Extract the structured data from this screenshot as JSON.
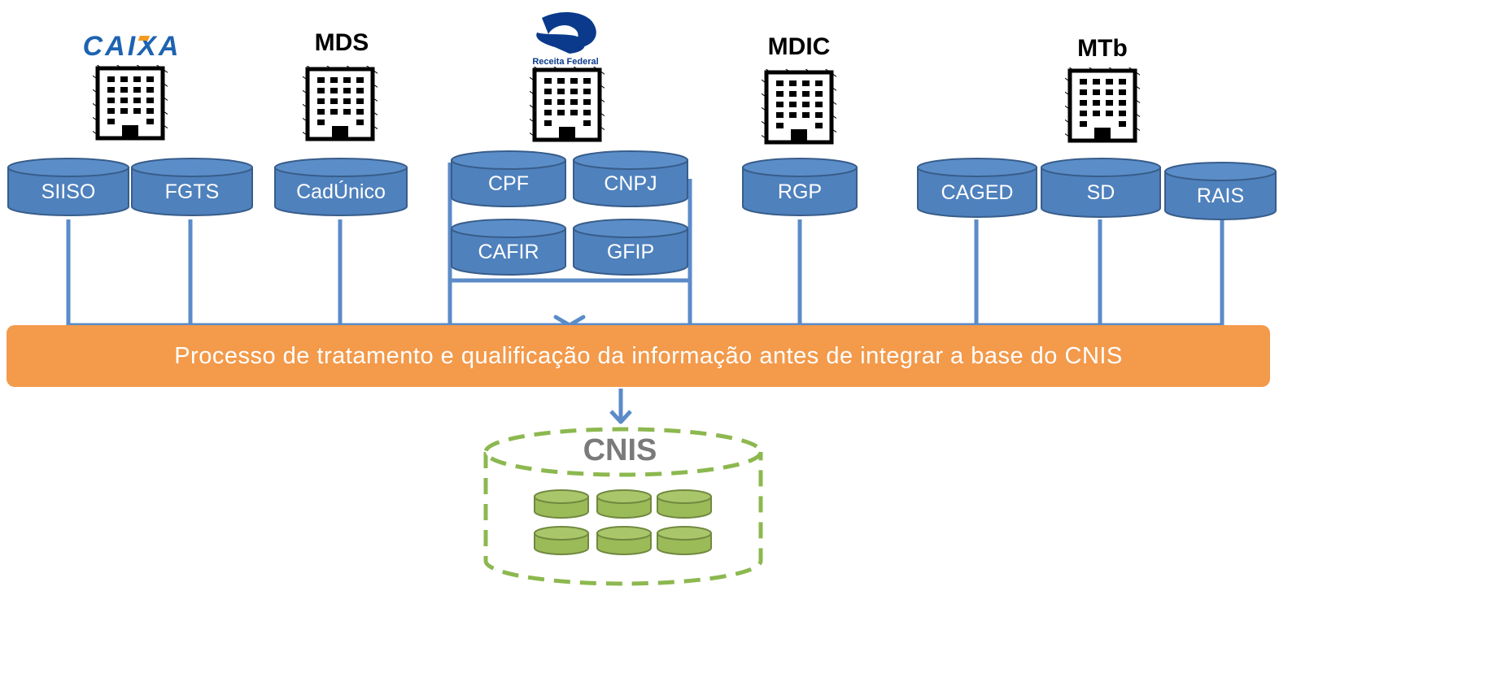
{
  "organizations": [
    {
      "id": "caixa",
      "label": "CAIXA",
      "color": "#1d63b1"
    },
    {
      "id": "mds",
      "label": "MDS",
      "color": "#000000"
    },
    {
      "id": "receita",
      "label": "Receita Federal",
      "color": "#0b3a8c"
    },
    {
      "id": "mdic",
      "label": "MDIC",
      "color": "#000000"
    },
    {
      "id": "mtb",
      "label": "MTb",
      "color": "#000000"
    }
  ],
  "databases": [
    {
      "id": "siiso",
      "label": "SIISO",
      "org": "caixa"
    },
    {
      "id": "fgts",
      "label": "FGTS",
      "org": "caixa"
    },
    {
      "id": "cadunico",
      "label": "CadÚnico",
      "org": "mds"
    },
    {
      "id": "cpf",
      "label": "CPF",
      "org": "receita"
    },
    {
      "id": "cnpj",
      "label": "CNPJ",
      "org": "receita"
    },
    {
      "id": "cafir",
      "label": "CAFIR",
      "org": "receita"
    },
    {
      "id": "gfip",
      "label": "GFIP",
      "org": "receita"
    },
    {
      "id": "rgp",
      "label": "RGP",
      "org": "mdic"
    },
    {
      "id": "caged",
      "label": "CAGED",
      "org": "mtb"
    },
    {
      "id": "sd",
      "label": "SD",
      "org": "mtb"
    },
    {
      "id": "rais",
      "label": "RAIS",
      "org": "mtb"
    }
  ],
  "process_bar": {
    "label": "Processo de tratamento e qualificação da informação antes de integrar a base do CNIS",
    "color": "#f39a4b"
  },
  "target": {
    "label": "CNIS",
    "border_color": "#8cb84f",
    "cell_color": "#9bbb59"
  },
  "colors": {
    "db_fill": "#4f81bd",
    "db_top": "#5b8ec9",
    "db_stroke": "#385d8a",
    "connector": "#5b8bc8"
  }
}
